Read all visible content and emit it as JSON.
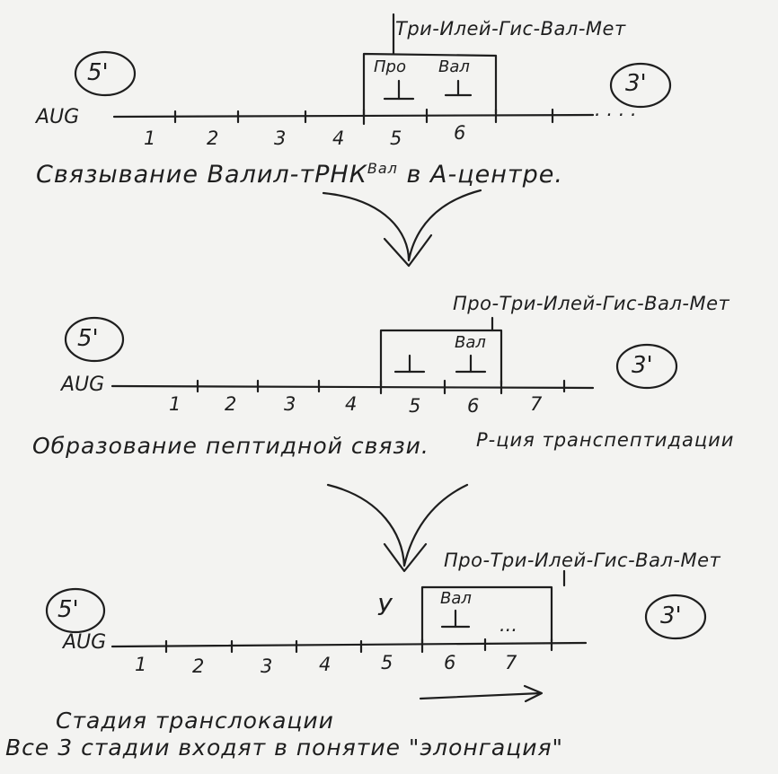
{
  "stage1": {
    "peptide": "Три-Илей-Гис-Вал-Мет",
    "end_left": "5'",
    "end_right": "3'",
    "mrna": "AUG",
    "codons": [
      "1",
      "2",
      "3",
      "4",
      "5",
      "6"
    ],
    "site_trna_left": "Про",
    "site_trna_right": "Вал",
    "continuation": ". . . .",
    "caption_prefix": "Связывание Валил-тРНК",
    "caption_superscript": "Вал",
    "caption_suffix": "в А-центре."
  },
  "stage2": {
    "peptide": "Про-Три-Илей-Гис-Вал-Мет",
    "end_left": "5'",
    "end_right": "3'",
    "mrna": "AUG",
    "codons": [
      "1",
      "2",
      "3",
      "4",
      "5",
      "6",
      "7"
    ],
    "site_trna_right": "Вал",
    "caption_main": "Образование пептидной связи.",
    "caption_note": "Р-ция транспептидации"
  },
  "stage3": {
    "peptide": "Про-Три-Илей-Гис-Вал-Мет",
    "end_left": "5'",
    "end_right": "3'",
    "mrna": "AUG",
    "codons": [
      "1",
      "2",
      "3",
      "4",
      "5",
      "6",
      "7"
    ],
    "site_trna": "Вал",
    "released_mark": "У",
    "continuation": "...",
    "caption": "Стадия транслокации"
  },
  "summary": "Все 3 стадии входят в понятие \"элонгация\""
}
